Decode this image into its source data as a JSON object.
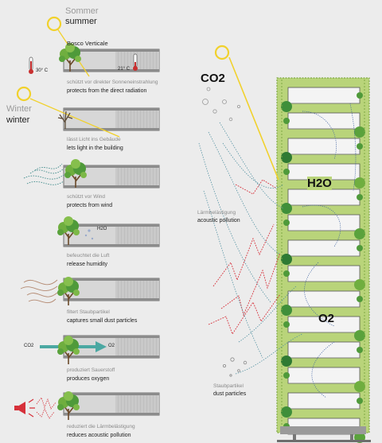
{
  "seasons": {
    "summer_de": "Sommer",
    "summer_en": "summer",
    "winter_de": "Winter",
    "winter_en": "winter"
  },
  "building_name": "Bosco Verticale",
  "temps": {
    "outside": "30° C",
    "inside": "21° C"
  },
  "panels": [
    {
      "de": "schützt vor direkter Sonneneinstrahlung",
      "en": "protects from the direct radiation"
    },
    {
      "de": "lässt Licht ins Gebäude",
      "en": "lets light in the building"
    },
    {
      "de": "schützt vor Wind",
      "en": "protects from wind"
    },
    {
      "de": "befeuchtet die Luft",
      "en": "release humidity"
    },
    {
      "de": "filtert Staubpartikel",
      "en": "captures small dust particles"
    },
    {
      "de": "produziert Sauerstoff",
      "en": "produces oxygen"
    },
    {
      "de": "reduziert die Lärmbelästigung",
      "en": "reduces acoustic pollution"
    }
  ],
  "small_labels": {
    "h2o": "H2O",
    "co2": "CO2",
    "o2": "O2"
  },
  "right": {
    "co2": "CO2",
    "h2o": "H2O",
    "o2": "O2",
    "noise_de": "Lärmbelästigung",
    "noise_en": "acoustic pollution",
    "dust_de": "Staubpartikel",
    "dust_en": "dust particles"
  },
  "colors": {
    "tower_green": "#b9d47a",
    "tree_green": "#4f9a3a",
    "sun_yellow": "#f1d12c",
    "noise_red": "#d6303a",
    "wind_teal": "#3e8a8a",
    "arrow_teal": "#4ba8a2"
  }
}
